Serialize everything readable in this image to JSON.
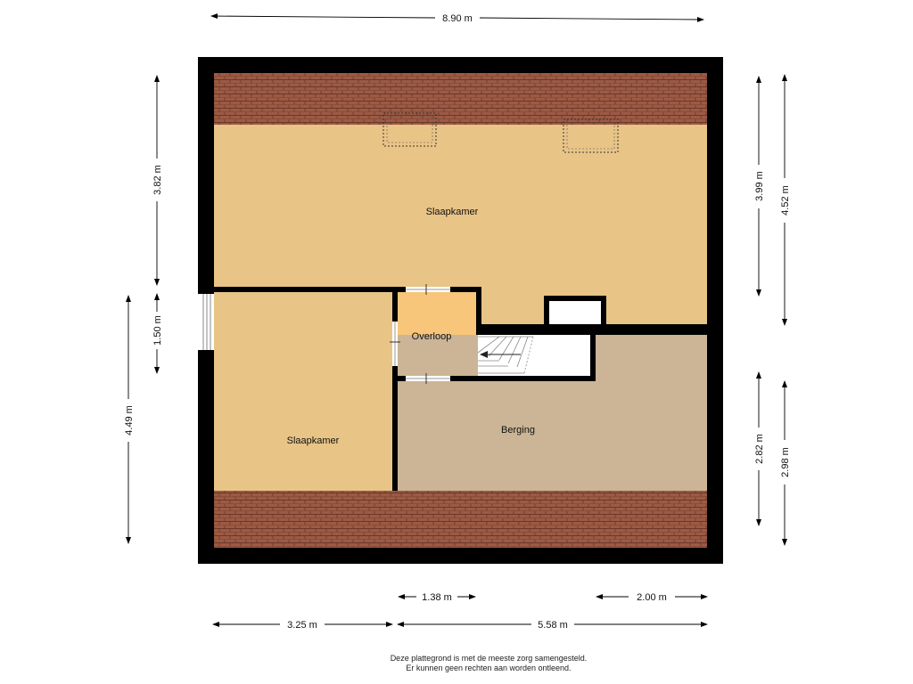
{
  "rooms": {
    "slaapkamer_top": "Slaapkamer",
    "slaapkamer_left": "Slaapkamer",
    "overloop": "Overloop",
    "berging": "Berging"
  },
  "dimensions": {
    "total_width": "8.90 m",
    "left_top": "3.82 m",
    "left_mid": "1.50 m",
    "left_bottom": "4.49 m",
    "right_inner_top": "3.99 m",
    "right_outer_top": "4.52 m",
    "right_inner_bottom": "2.82 m",
    "right_outer_bottom": "2.98 m",
    "bottom_overloop": "1.38 m",
    "bottom_right_small": "2.00 m",
    "bottom_left": "3.25 m",
    "bottom_right": "5.58 m"
  },
  "footer": {
    "line1": "Deze plattegrond is met de meeste zorg samengesteld.",
    "line2": "Er kunnen geen rechten aan worden ontleend."
  },
  "colors": {
    "wall": "#000000",
    "bedroom": "#e9c487",
    "overloop": "#f7c67a",
    "berging": "#cbb596",
    "roof": "#9c5a44",
    "roof_line": "#6e3a2a"
  }
}
